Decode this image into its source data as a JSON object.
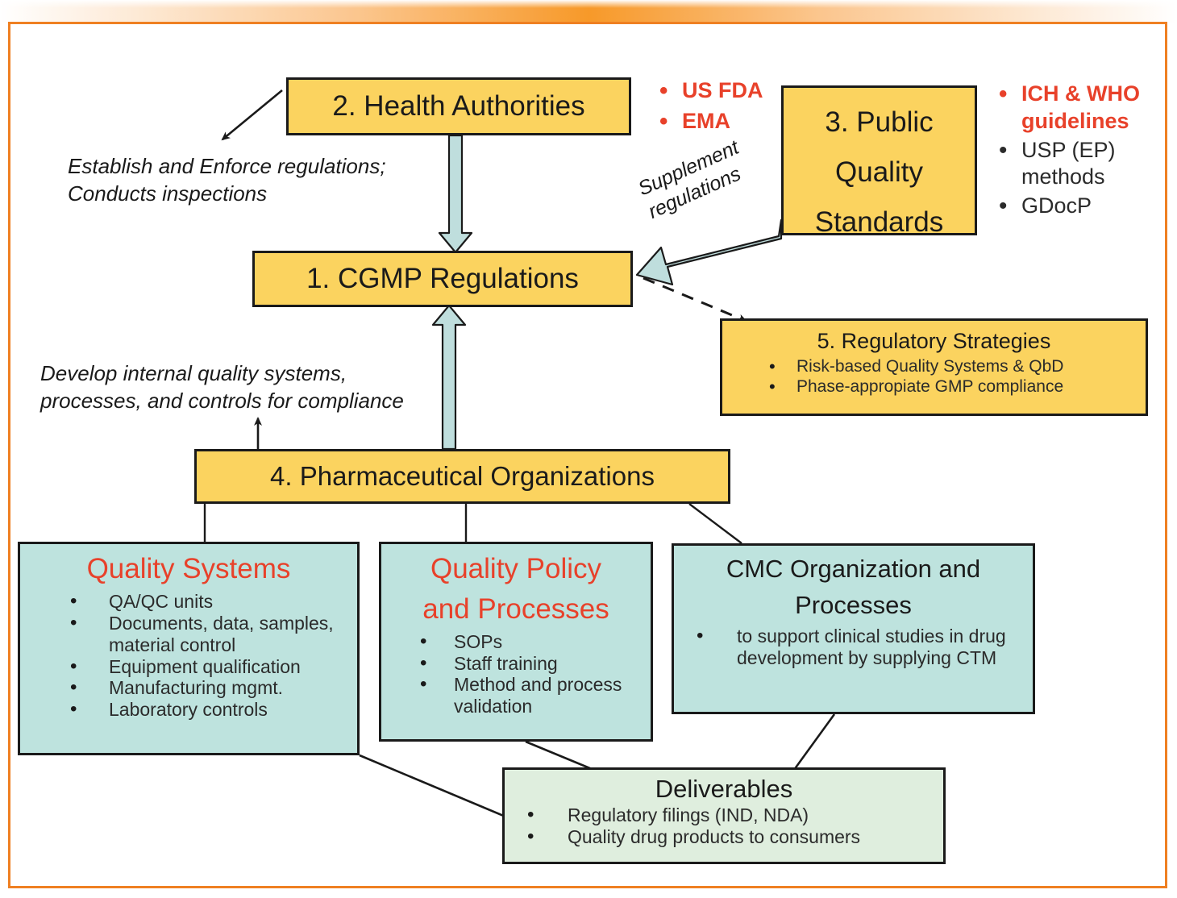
{
  "frame": {
    "border_color": "#ef8022",
    "accent_gradient": "#f7941e"
  },
  "palette": {
    "yellow": "#fbd35f",
    "teal": "#bee3de",
    "green": "#dfeede",
    "red": "#e8412a",
    "outline": "#1a1a1a",
    "arrow_fill": "#bfdedd"
  },
  "boxes": {
    "health_authorities": {
      "title": "2. Health Authorities"
    },
    "public_standards": {
      "title": "3. Public\nQuality\nStandards",
      "line1": "3. Public",
      "line2": "Quality",
      "line3": "Standards"
    },
    "cgmp": {
      "title": "1. CGMP Regulations"
    },
    "regulatory_strategies": {
      "title": "5. Regulatory Strategies",
      "bullets": [
        "Risk-based Quality Systems & QbD",
        "Phase-appropiate GMP compliance"
      ]
    },
    "pharma_orgs": {
      "title": "4. Pharmaceutical Organizations"
    },
    "quality_systems": {
      "title": "Quality Systems",
      "bullets": [
        "QA/QC units",
        "Documents, data, samples, material control",
        "Equipment qualification",
        "Manufacturing mgmt.",
        "Laboratory controls"
      ]
    },
    "quality_policy": {
      "title_line1": "Quality Policy",
      "title_line2": "and Processes",
      "bullets": [
        "SOPs",
        "Staff training",
        "Method and process validation"
      ]
    },
    "cmc": {
      "title_line1": "CMC Organization and",
      "title_line2": "Processes",
      "bullets": [
        "to support clinical studies in drug development by supplying CTM"
      ]
    },
    "deliverables": {
      "title": "Deliverables",
      "bullets": [
        "Regulatory filings (IND, NDA)",
        "Quality drug products to consumers"
      ]
    }
  },
  "side_lists": {
    "health_authorities": [
      {
        "text": "US FDA",
        "emphasis": true
      },
      {
        "text": "EMA",
        "emphasis": true
      }
    ],
    "public_standards": [
      {
        "text": "ICH & WHO guidelines",
        "emphasis": true
      },
      {
        "text": "USP (EP) methods",
        "emphasis": false
      },
      {
        "text": "GDocP",
        "emphasis": false
      }
    ]
  },
  "notes": {
    "enforce_line1": "Establish and Enforce regulations;",
    "enforce_line2": "Conducts inspections",
    "develop_line1": "Develop internal quality systems,",
    "develop_line2": "processes, and controls for compliance"
  },
  "labels": {
    "supplement_line1": "Supplement",
    "supplement_line2": "regulations"
  }
}
